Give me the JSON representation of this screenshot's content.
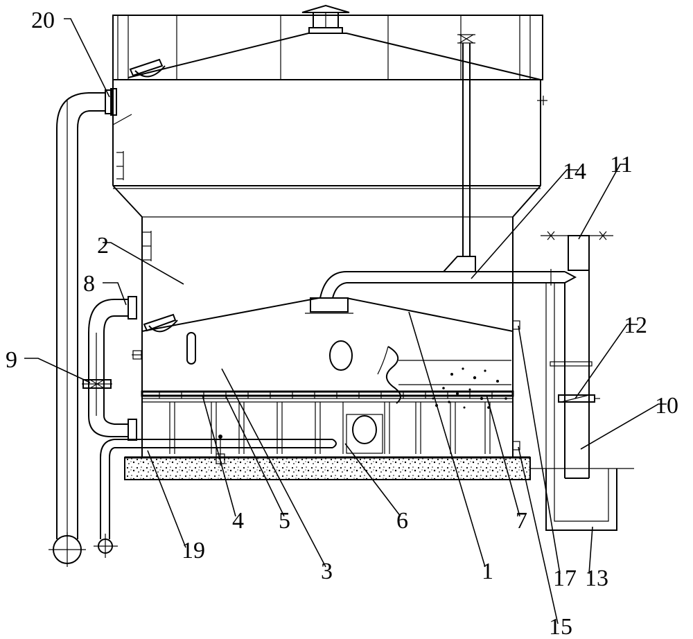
{
  "labels": {
    "l1": "1",
    "l2": "2",
    "l3": "3",
    "l4": "4",
    "l5": "5",
    "l6": "6",
    "l7": "7",
    "l8": "8",
    "l9": "9",
    "l10": "10",
    "l11": "11",
    "l12": "12",
    "l13": "13",
    "l14": "14",
    "l15": "15",
    "l17": "17",
    "l19": "19",
    "l20": "20"
  }
}
